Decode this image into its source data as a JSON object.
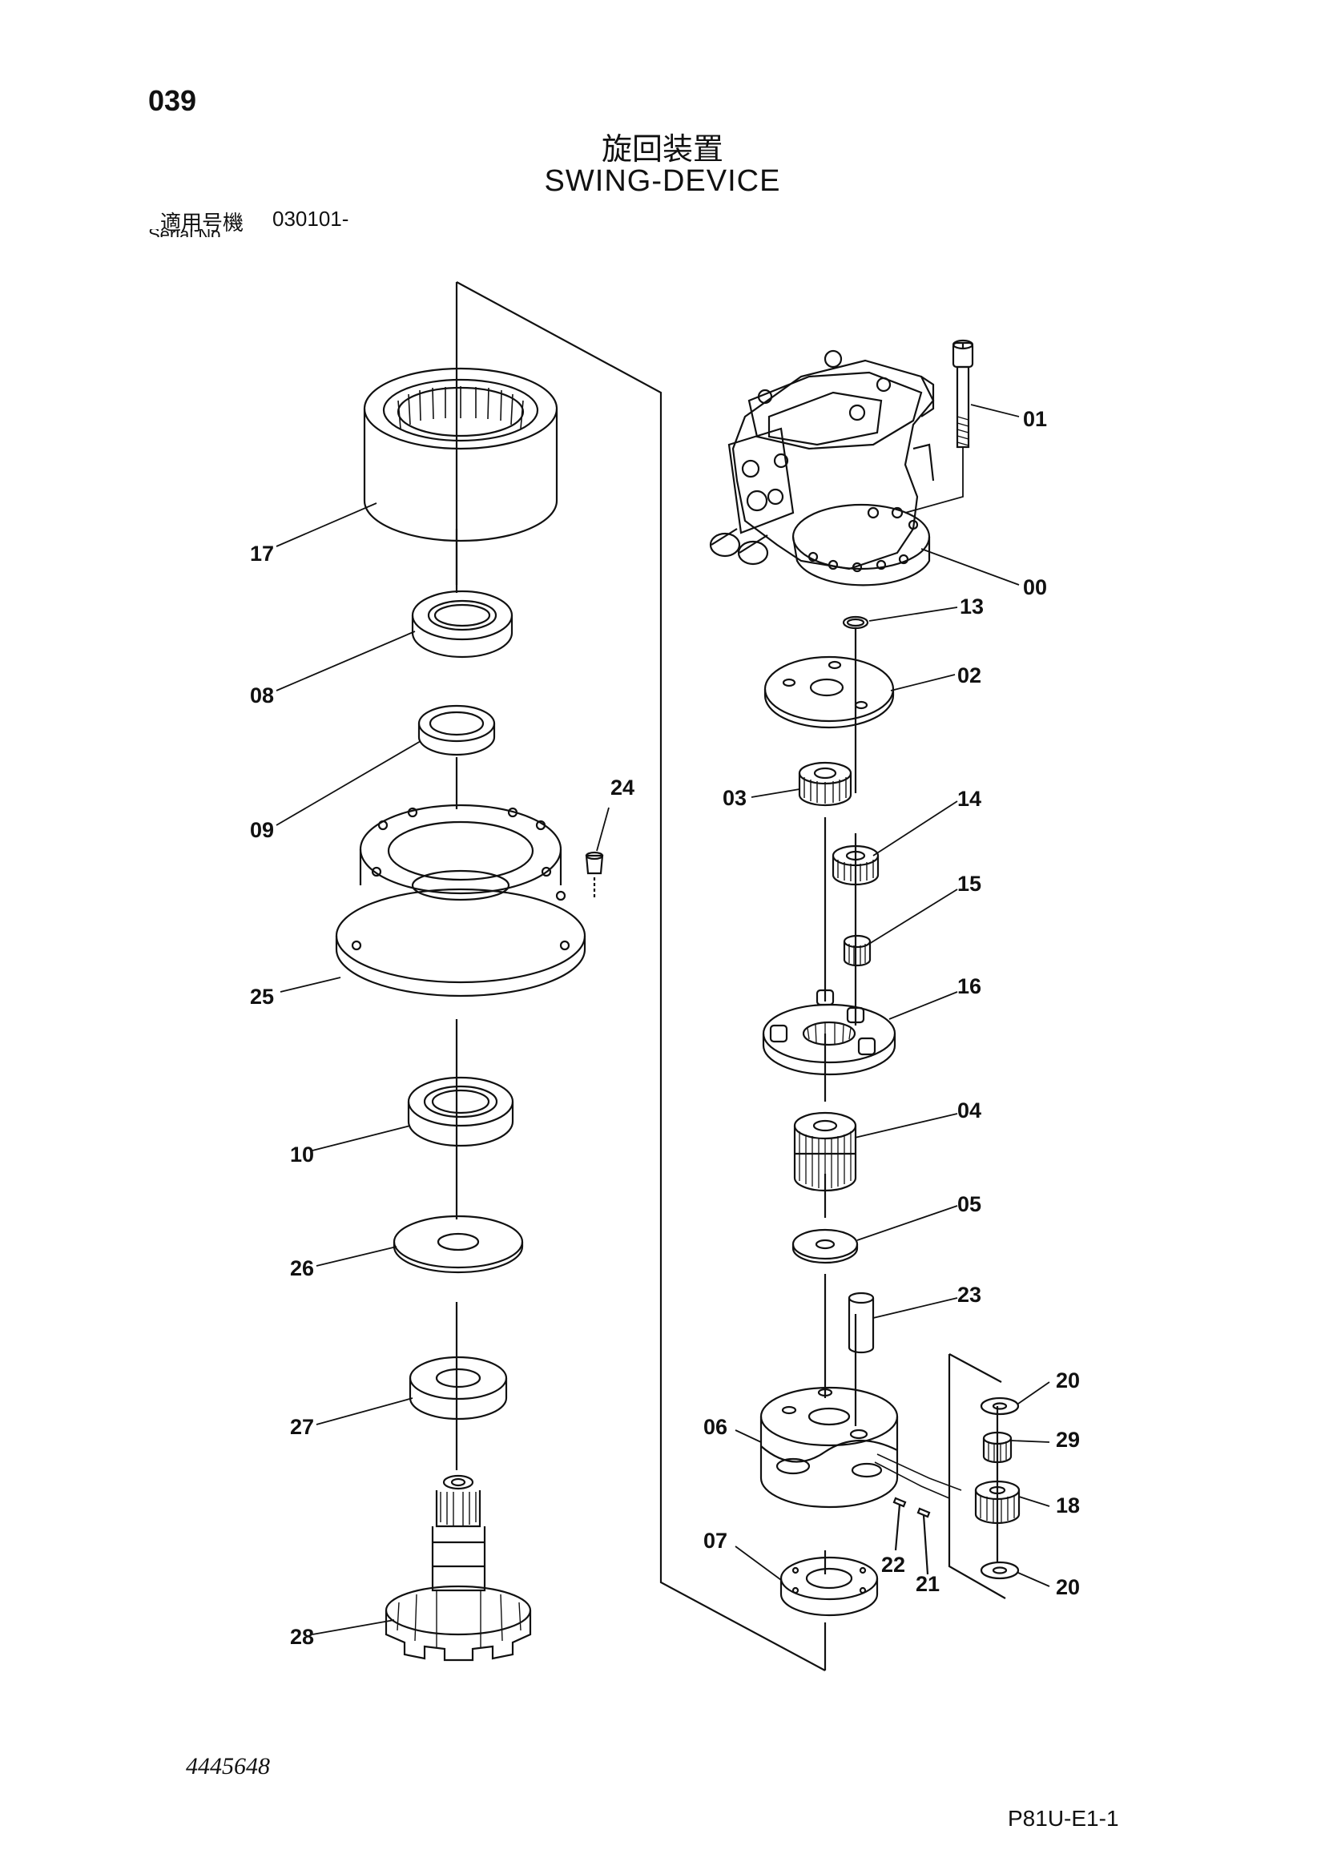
{
  "header": {
    "page_number": "039",
    "title_ja": "旋回装置",
    "title_en": "SWING-DEVICE",
    "serial_label_ja": "適用号機",
    "serial_value": "030101-",
    "serial_label_en": "Serial No."
  },
  "footer": {
    "drawing_number": "4445648",
    "sheet_code": "P81U-E1-1"
  },
  "callouts": {
    "c00": "00",
    "c01": "01",
    "c02": "02",
    "c03": "03",
    "c04": "04",
    "c05": "05",
    "c06": "06",
    "c07": "07",
    "c08": "08",
    "c09": "09",
    "c10": "10",
    "c13": "13",
    "c14": "14",
    "c15": "15",
    "c16": "16",
    "c17": "17",
    "c18": "18",
    "c20a": "20",
    "c20b": "20",
    "c21": "21",
    "c22": "22",
    "c23": "23",
    "c24": "24",
    "c25": "25",
    "c26": "26",
    "c27": "27",
    "c28": "28",
    "c29": "29"
  }
}
